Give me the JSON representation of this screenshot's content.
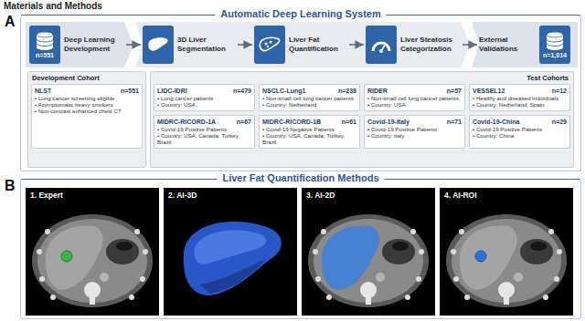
{
  "diagram": {
    "nodes": [
      {
        "text": [
          "A",
          "Automatic Deep Learning System"
        ]
      },
      {
        "text": [
          "Deep Learning Development",
          "n=551"
        ],
        "in": 0
      },
      {
        "text": [
          "3D Liver Segmentation"
        ],
        "in": 0
      },
      {
        "text": [
          "Liver Fat Quantification"
        ],
        "in": 0
      },
      {
        "text": [
          "Liver Steatosis Categorization"
        ],
        "in": 0
      },
      {
        "text": [
          "External Validations",
          "n=1,014"
        ],
        "in": 0
      },
      {
        "text": [
          "Development Cohort"
        ],
        "in": 0
      },
      {
        "text": [
          "NLST",
          "n=551",
          "• Lung cancer screening eligible",
          "• Asymptomatic heavy smokers",
          "• Non-contrast enhanced chest CT"
        ],
        "in": 6
      },
      {
        "text": [
          "Test Cohorts"
        ],
        "in": 0
      },
      {
        "text": [
          "LIDC-IDRI",
          "n=479",
          "• Lung cancer patients",
          "• Country: USA"
        ],
        "in": 8
      },
      {
        "text": [
          "NSCLC-Lung1",
          "n=238",
          "• Non-small cell lung cancer patients",
          "• Country: Netherland"
        ],
        "in": 8
      },
      {
        "text": [
          "RIDER",
          "n=57",
          "• Non-small cell lung cancer patients",
          "• Country: USA"
        ],
        "in": 8
      },
      {
        "text": [
          "VESSEL12",
          "n=12",
          "• Healthy and diseased individuals",
          "• Country: Netherland, Spain"
        ],
        "in": 8
      },
      {
        "text": [
          "MIDRC-RICORD-1A",
          "n=67",
          "• Covid-19 Positive Patients",
          "• Country: USA, Canada, Turkey, Brazil"
        ],
        "in": 8
      },
      {
        "text": [
          "MIDRC-RICORD-1B",
          "n=61",
          "• Covid-19 Negative Patients",
          "• Country: USA, Canada, Turkey, Brazil"
        ],
        "in": 8
      },
      {
        "text": [
          "Covid-19-Italy",
          "n=71",
          "• Covid-19 Positive Patients",
          "• Country: Italy"
        ],
        "in": 8
      },
      {
        "text": [
          "Covid-19-China",
          "n=29",
          "• Covid-19 Positive Patients",
          "• Country: China"
        ],
        "in": 8
      },
      {
        "text": [
          "B",
          "Liver Fat Quantification Methods"
        ]
      },
      {
        "text": [
          "1. Expert"
        ],
        "in": 17
      },
      {
        "text": [
          "2. AI-3D"
        ],
        "in": 17
      },
      {
        "text": [
          "3. AI-2D"
        ],
        "in": 17
      },
      {
        "text": [
          "4. AI-ROI"
        ],
        "in": 17
      }
    ],
    "edges": [
      {
        "from": 1,
        "to": 2,
        "arrow": "to"
      },
      {
        "from": 2,
        "to": 3,
        "arrow": "to"
      },
      {
        "from": 3,
        "to": 4,
        "arrow": "to"
      },
      {
        "from": 4,
        "to": 5,
        "arrow": "to"
      }
    ],
    "labels": [
      "Materials and Methods"
    ]
  }
}
